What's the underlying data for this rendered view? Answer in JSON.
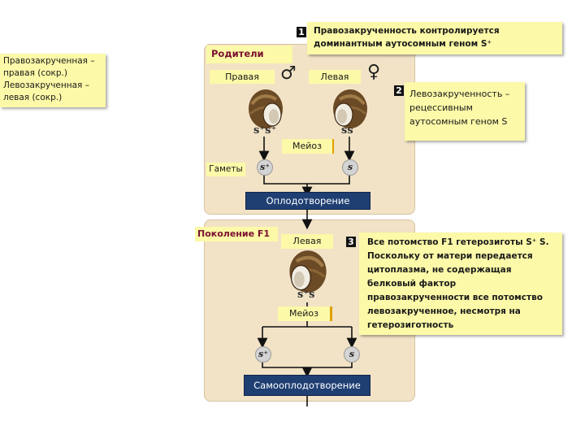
{
  "left_note": "Правозакрученная – правая (сокр.) Левозакрученная – левая (сокр.)",
  "note1": {
    "badge": "1",
    "text": "Правозакрученность контролируется доминантным аутосомным геном S⁺"
  },
  "note2": {
    "badge": "2",
    "text": "Левозакрученность – рецессивным аутосомным геном S"
  },
  "note3": {
    "badge": "3",
    "text": "Все потомство F1 гетерозиготы S⁺ S. Поскольку от матери передается цитоплазма, не содержащая белковый фактор правозакрученности все потомство левозакрученное, несмотря на гетерозиготность"
  },
  "parents": {
    "title": "Родители",
    "male_label": "Правая",
    "female_label": "Левая",
    "male_symbol": "♂",
    "female_symbol": "♀",
    "male_genotype": "s⁺s⁺",
    "female_genotype": "ss",
    "meiosis": "Мейоз",
    "gametes": "Гаметы",
    "male_gamete": "s⁺",
    "female_gamete": "s"
  },
  "fertilization": "Оплодотворение",
  "f1": {
    "title": "Поколение F1",
    "label": "Левая",
    "genotype": "s⁺s",
    "meiosis": "Мейоз",
    "gamete_left": "s⁺",
    "gamete_right": "s"
  },
  "self_fertilization": "Самооплодотворение",
  "colors": {
    "panel": "#f2e3c6",
    "note": "#fcf9a8",
    "dark_box": "#1f3f73"
  }
}
